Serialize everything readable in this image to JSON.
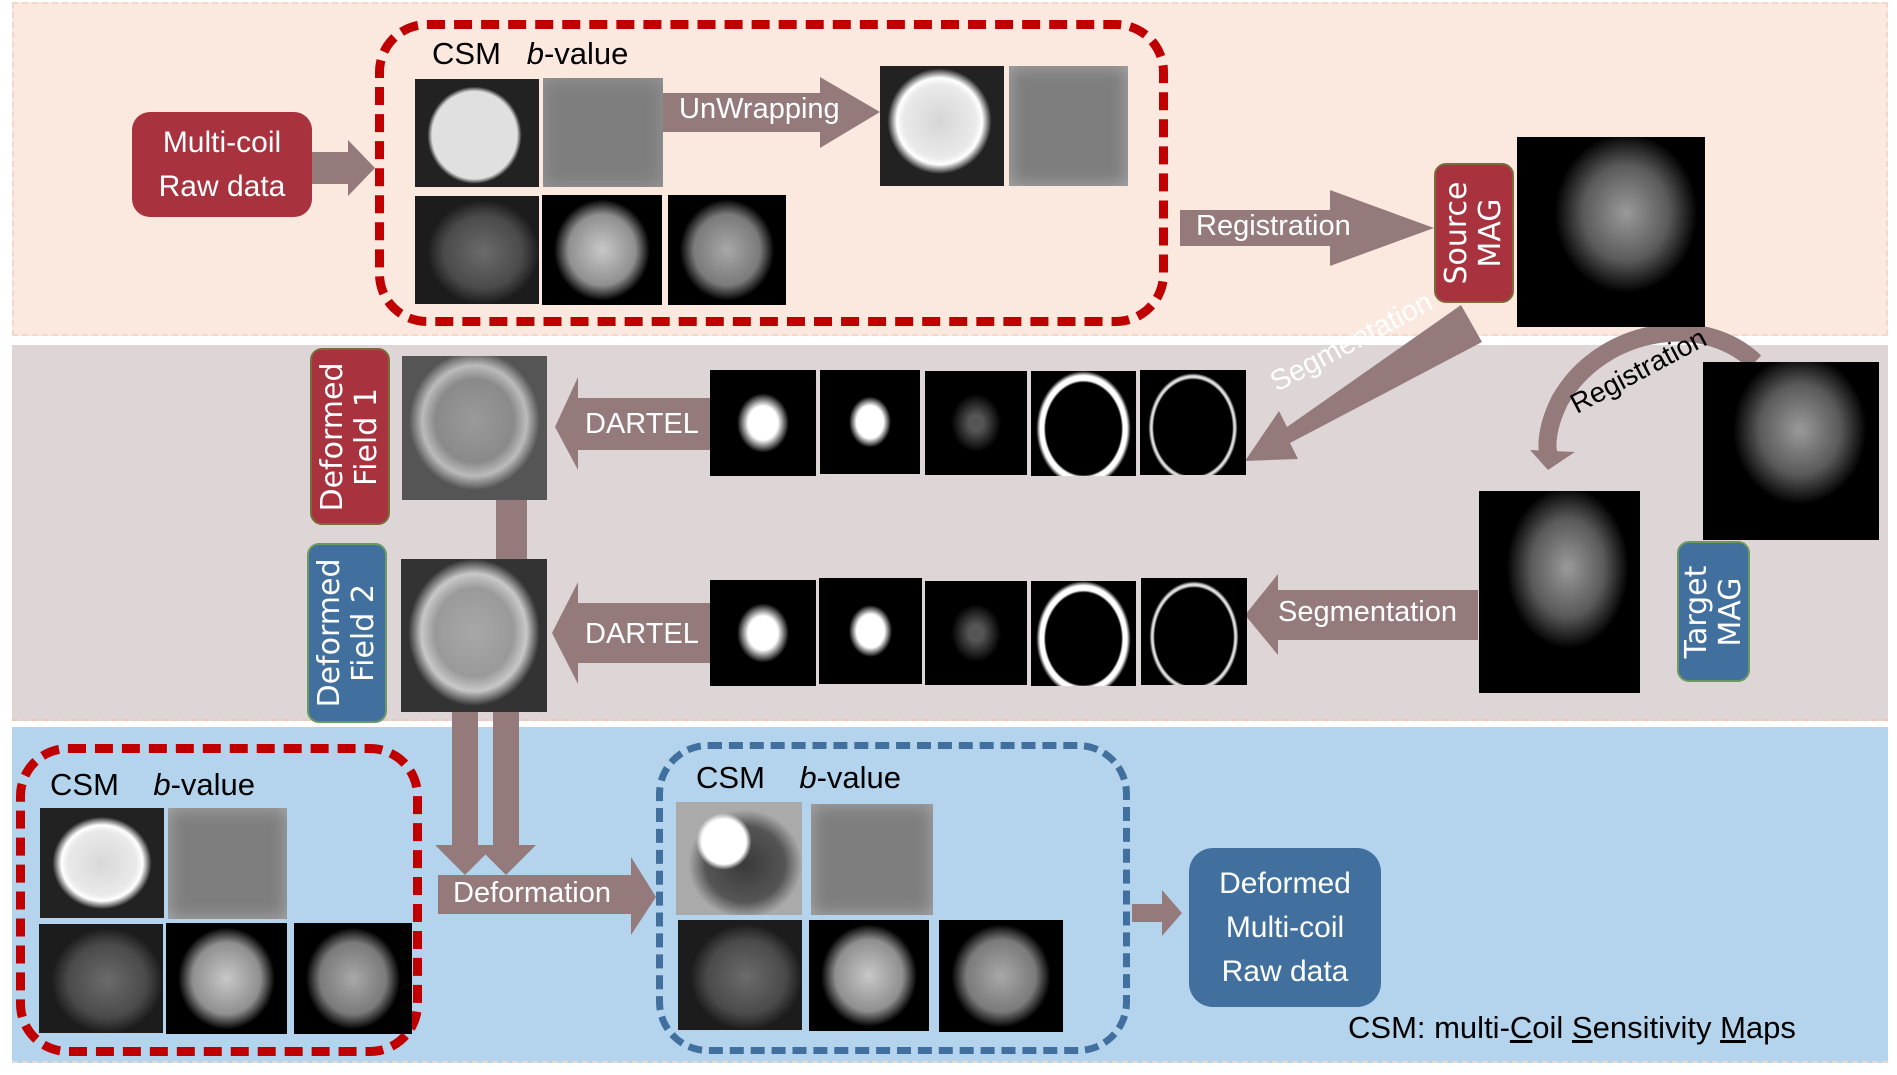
{
  "panels": {
    "top": {
      "bg": "#fbe9df"
    },
    "middle": {
      "bg": "#ddd5d6"
    },
    "bottom": {
      "bg": "#b3d4ec"
    }
  },
  "colors": {
    "arrow": "#957a7c",
    "red_box": "#a8323d",
    "blue_box": "#41709f",
    "red_dash": "#c00000",
    "blue_dash": "#41709f"
  },
  "top": {
    "input_box": {
      "line1": "Multi-coil",
      "line2": "Raw data"
    },
    "group_header": {
      "csm": "CSM",
      "b": "b",
      "value": "-value"
    },
    "unwrapping_label": "UnWrapping",
    "registration_label": "Registration",
    "source_box": {
      "line1": "Source",
      "line2": "MAG"
    }
  },
  "middle": {
    "segmentation_diag_label": "Segmentation",
    "registration_curve_label": "Registration",
    "dartel1_label": "DARTEL",
    "dartel2_label": "DARTEL",
    "segmentation_label": "Segmentation",
    "field1_box": {
      "line1": "Deformed",
      "line2": "Field 1"
    },
    "field2_box": {
      "line1": "Deformed",
      "line2": "Field 2"
    },
    "target_box": {
      "line1": "Target",
      "line2": "MAG"
    }
  },
  "bottom": {
    "left_header": {
      "csm": "CSM",
      "b": "b",
      "value": "-value"
    },
    "right_header": {
      "csm": "CSM",
      "b": "b",
      "value": "-value"
    },
    "deformation_label": "Deformation",
    "output_box": {
      "line1": "Deformed",
      "line2": "Multi-coil",
      "line3": "Raw data"
    },
    "legend": {
      "prefix": "CSM: multi-",
      "c": "C",
      "oil": "oil ",
      "s": "S",
      "ensitivity": "ensitivity ",
      "m": "M",
      "aps": "aps"
    }
  },
  "images": {
    "top_csm_phase": "csm-phase-wrapped",
    "top_b_phase": "b-value-phase",
    "top_csm_mag": "csm-magnitude",
    "top_b0": "b0-axial",
    "top_dwi": "dwi-axial",
    "unwrapped_csm": "csm-phase-unwrapped",
    "unwrapped_b": "b-value-phase-unwrapped",
    "source_mag": "sagittal-source-t1",
    "target_mag_small": "sagittal-target-t1",
    "target_mag": "sagittal-target-t1-large",
    "seg_row1": [
      "gm",
      "wm",
      "csf",
      "skull",
      "scalp"
    ],
    "seg_row2": [
      "gm",
      "wm",
      "csf",
      "skull",
      "scalp"
    ],
    "field1": "deformation-field-1",
    "field2": "deformation-field-2"
  }
}
